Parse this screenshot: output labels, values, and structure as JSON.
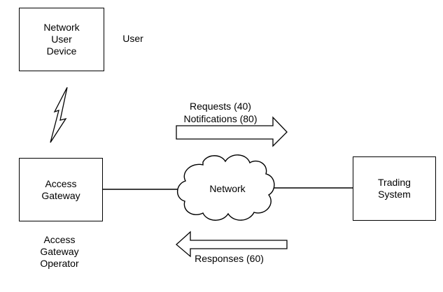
{
  "nodes": {
    "network_user_device": {
      "lines": [
        "Network",
        "User",
        "Device"
      ]
    },
    "access_gateway": {
      "lines": [
        "Access",
        "Gateway"
      ]
    },
    "trading_system": {
      "lines": [
        "Trading",
        "System"
      ]
    },
    "network_cloud": {
      "label": "Network"
    }
  },
  "labels": {
    "user": "User",
    "access_gateway_operator": [
      "Access",
      "Gateway",
      "Operator"
    ],
    "requests": "Requests (40)",
    "notifications": "Notifications (80)",
    "responses": "Responses (60)"
  }
}
